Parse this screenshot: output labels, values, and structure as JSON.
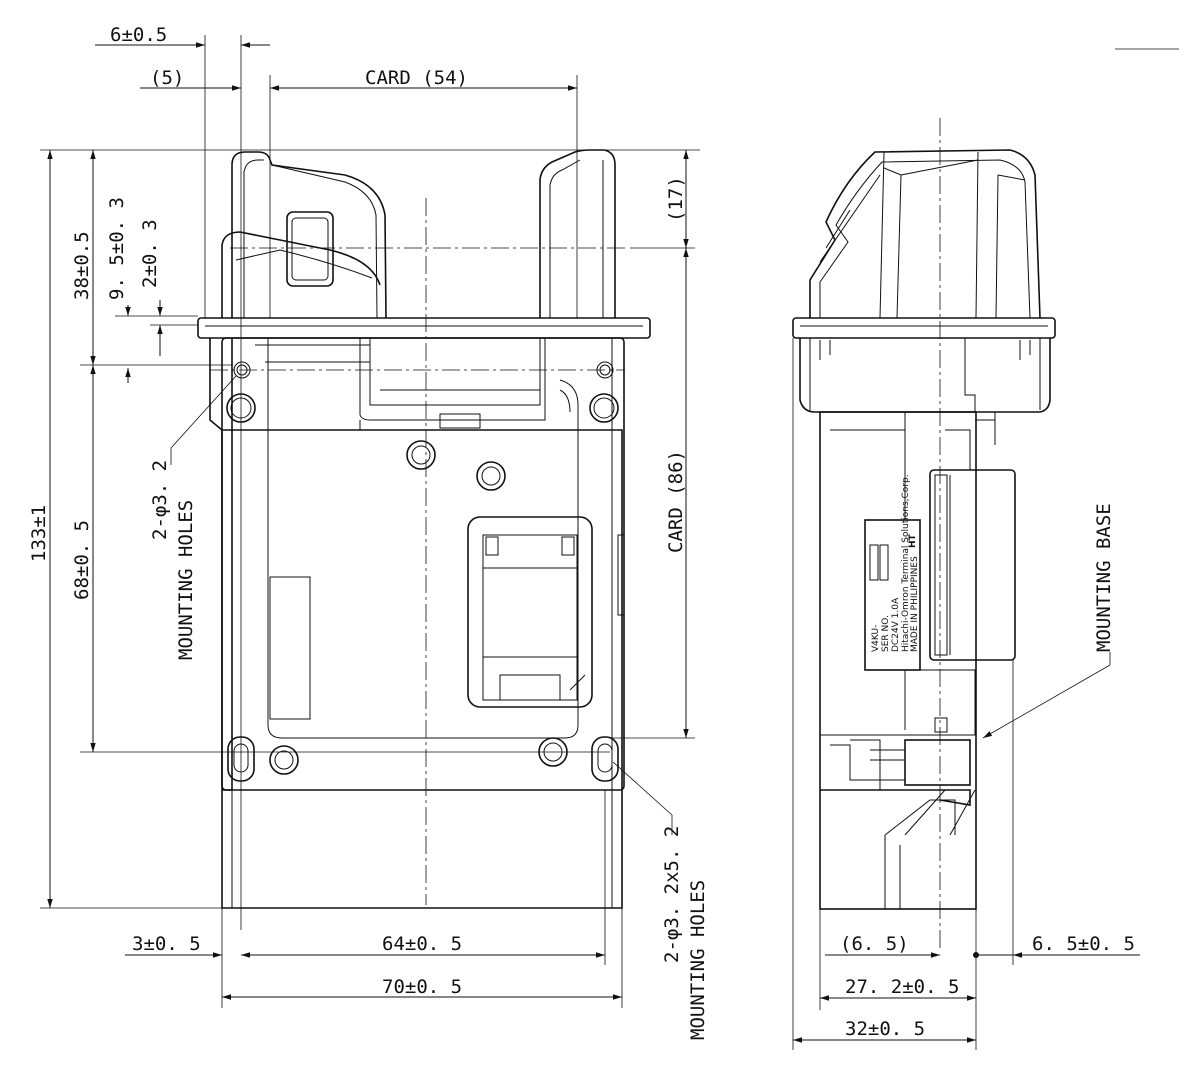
{
  "front_view": {
    "dims": {
      "top_offset": "6±0.5",
      "bracket5": "(5)",
      "card54": "CARD (54)",
      "d17": "(17)",
      "h38": "38±0.5",
      "h9_5": "9. 5±0. 3",
      "h2": "2±0. 3",
      "h133": "133±1",
      "h68": "68±0. 5",
      "card86": "CARD (86)",
      "w3": "3±0. 5",
      "w64": "64±0. 5",
      "w70": "70±0. 5"
    },
    "notes": {
      "holes1_spec": "2-φ3. 2",
      "holes1_label": "MOUNTING HOLES",
      "holes2_spec": "2-φ3. 2x5. 2",
      "holes2_label": "MOUNTING HOLES"
    }
  },
  "side_view": {
    "dims": {
      "d6_5": "(6. 5)",
      "d6_5_tol": "6. 5±0. 5",
      "d27_2": "27. 2±0. 5",
      "d32": "32±0. 5"
    },
    "notes": {
      "base_label": "MOUNTING BASE"
    },
    "label_plate": {
      "line1": "V4KU-",
      "line2": "SER NO.",
      "line3": "DC24V 1.0A",
      "line4": "Hitachi-Omron Terminal Solutions,Corp.",
      "line5": "MADE IN PHILIPPINES",
      "logo": "HT"
    }
  }
}
